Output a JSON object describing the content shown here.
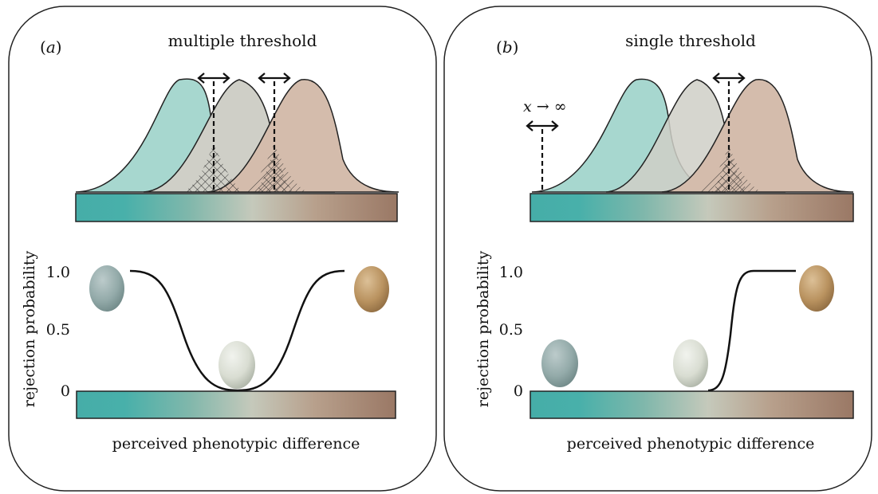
{
  "panels": [
    {
      "id": "a",
      "label_paren_open": "(",
      "label_letter": "a",
      "label_paren_close": ")",
      "title": "multiple threshold",
      "y_axis_label": "rejection probability",
      "y_ticks": [
        "1.0",
        "0.5",
        "0"
      ],
      "x_axis_label": "perceived phenotypic difference"
    },
    {
      "id": "b",
      "label_paren_open": "(",
      "label_letter": "b",
      "label_paren_close": ")",
      "title": "single threshold",
      "threshold_note": "x → ∞",
      "y_axis_label": "rejection probability",
      "y_ticks": [
        "1.0",
        "0.5",
        "0"
      ],
      "x_axis_label": "perceived phenotypic difference"
    }
  ],
  "colors": {
    "teal": "#5bbcb3",
    "teal_light": "#a7d7cf",
    "grey": "#cfcfc7",
    "brown": "#a47c67",
    "brown_light": "#d4bcac",
    "egg_blue": "#93aaa9",
    "egg_speckled": "#d9ddd2",
    "egg_brown": "#b9925f"
  }
}
